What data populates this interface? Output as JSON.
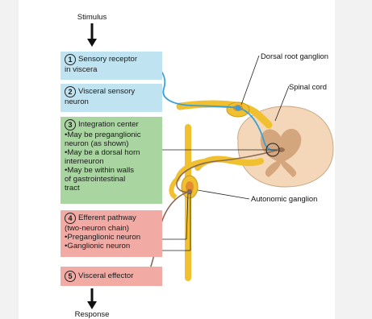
{
  "stimulus": "Stimulus",
  "response": "Response",
  "boxes": {
    "b1": {
      "num": "1",
      "lines": [
        "Sensory receptor",
        "in viscera"
      ]
    },
    "b2": {
      "num": "2",
      "lines": [
        "Visceral sensory",
        "neuron"
      ]
    },
    "b3": {
      "num": "3",
      "lines": [
        "Integration center",
        "•May be preganglionic",
        "neuron (as shown)",
        "•May be a dorsal horn",
        "interneuron",
        "•May be within walls",
        "of gastrointestinal",
        "tract"
      ]
    },
    "b4": {
      "num": "4",
      "lines": [
        "Efferent pathway",
        "(two-neuron chain)",
        "•Preganglionic neuron",
        "•Ganglionic neuron"
      ]
    },
    "b5": {
      "num": "5",
      "lines": [
        "Visceral effector"
      ]
    }
  },
  "callouts": {
    "drg": "Dorsal root ganglion",
    "spinal_cord": "Spinal cord",
    "autonomic": "Autonomic ganglion"
  },
  "colors": {
    "blue_box": "#bfe3f1",
    "green_box": "#a9d5a1",
    "pink_box": "#f2aaa4",
    "sensory_neuron": "#3a9fd6",
    "motor_neuron": "#8a6a55",
    "nerve": "#f0c030",
    "spinal_cord": "#f4d7b8"
  }
}
